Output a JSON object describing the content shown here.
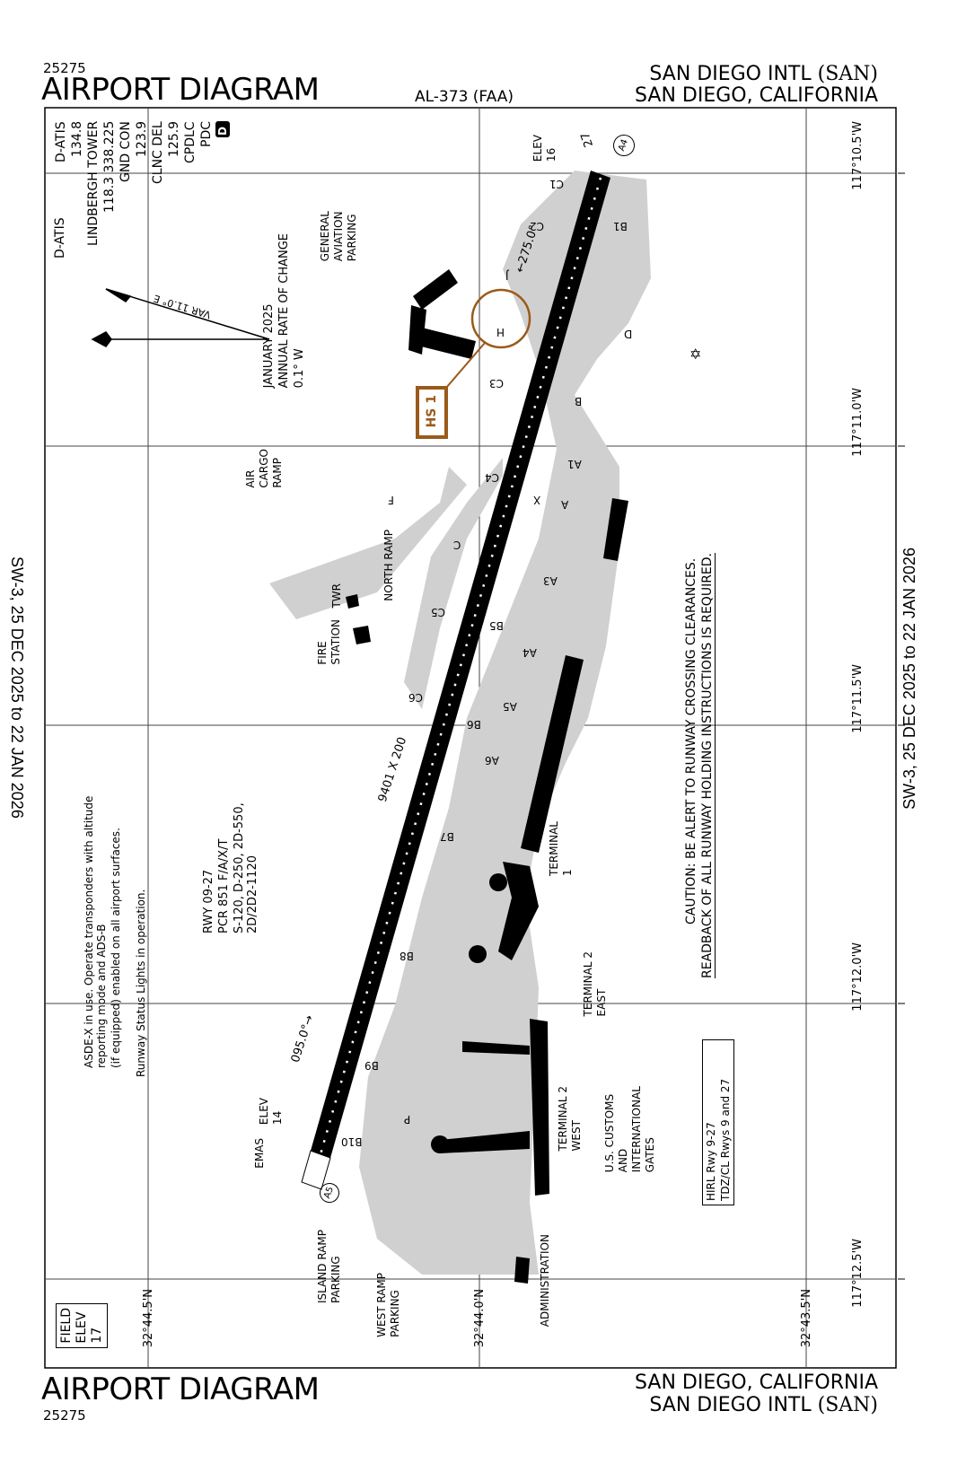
{
  "header": {
    "chart_number": "25275",
    "title": "AIRPORT DIAGRAM",
    "procedure_id": "AL-373 (FAA)",
    "airport_name": "SAN DIEGO INTL",
    "airport_code": "(SAN)",
    "city_state": "SAN DIEGO, CALIFORNIA"
  },
  "footer": {
    "chart_number": "25275",
    "title": "AIRPORT DIAGRAM",
    "city_state": "SAN DIEGO, CALIFORNIA",
    "airport_name": "SAN DIEGO INTL",
    "airport_code": "(SAN)"
  },
  "validity": {
    "left": "SW-3,  25 DEC 2025  to  22 JAN 2026",
    "right": "SW-3,  25 DEC 2025  to  22 JAN 2026"
  },
  "frequencies": {
    "lines": [
      "D-ATIS",
      "134.8",
      "LINDBERGH TOWER",
      "118.3  338.225",
      "GND CON",
      "123.9",
      "CLNC DEL",
      "125.9",
      "CPDLC",
      "PDC"
    ],
    "datalink_badge": "D"
  },
  "magnetic": {
    "variation": "VAR 11.0° E",
    "date": "JANUARY 2025",
    "rate_label": "ANNUAL RATE OF CHANGE",
    "rate_value": "0.1° W"
  },
  "runway": {
    "designation": "RWY 09-27",
    "pcr": "PCR 851 F/A/X/T",
    "weights": "S-120, D-250, 2D-550, 2D/2D2-1120",
    "dimensions": "9401 X 200",
    "end_27": {
      "number": "27",
      "elev_label": "ELEV",
      "elev": "16",
      "heading": "←275.0°"
    },
    "end_09": {
      "number": "9",
      "elev_label": "ELEV",
      "elev": "14",
      "heading": "095.0°→"
    },
    "emas_label": "EMAS",
    "approach_callouts": [
      "A4",
      "A5"
    ]
  },
  "hotspot": {
    "label": "HS 1",
    "color": "#9a5a1a"
  },
  "facilities": {
    "ga_parking": [
      "GENERAL",
      "AVIATION",
      "PARKING"
    ],
    "air_cargo": [
      "AIR",
      "CARGO",
      "RAMP"
    ],
    "north_ramp": "NORTH RAMP",
    "tower": "TWR",
    "fire_station": [
      "FIRE",
      "STATION"
    ],
    "terminal1": [
      "TERMINAL",
      "1"
    ],
    "terminal2_east": [
      "TERMINAL 2",
      "EAST"
    ],
    "terminal2_west": [
      "TERMINAL 2",
      "WEST"
    ],
    "customs": [
      "U.S. CUSTOMS",
      "AND",
      "INTERNATIONAL",
      "GATES"
    ],
    "administration": "ADMINISTRATION",
    "island_ramp": [
      "ISLAND RAMP",
      "PARKING"
    ],
    "west_ramp": [
      "WEST RAMP",
      "PARKING"
    ]
  },
  "taxiways": {
    "labels": [
      "C1",
      "C2",
      "C3",
      "C4",
      "C5",
      "C6",
      "B1",
      "B5",
      "B6",
      "B7",
      "B8",
      "B9",
      "B10",
      "A1",
      "A3",
      "A4",
      "A5",
      "A6",
      "A",
      "B",
      "C",
      "D",
      "F",
      "H",
      "J",
      "P",
      "X"
    ]
  },
  "notes": {
    "asde": "ASDE-X in use. Operate transponders with altitude reporting mode and ADS-B",
    "asde2": "(if equipped) enabled on all airport surfaces.",
    "rwsl": "Runway Status Lights in operation.",
    "caution1": "CAUTION: BE ALERT TO RUNWAY CROSSING CLEARANCES.",
    "caution2": "READBACK OF ALL RUNWAY HOLDING INSTRUCTIONS IS REQUIRED.",
    "lighting1": "HIRL Rwy 9-27",
    "lighting2": "TDZ/CL Rwys 9 and 27"
  },
  "field_elev": {
    "label1": "FIELD",
    "label2": "ELEV",
    "value": "17"
  },
  "grid": {
    "longitudes": [
      "117°10.5'W",
      "117°11.0'W",
      "117°11.5'W",
      "117°12.0'W",
      "117°12.5'W"
    ],
    "latitudes": [
      "32°44.5'N",
      "32°44.0'N",
      "32°43.5'N"
    ]
  },
  "colors": {
    "pavement": "#d0d0d0",
    "ink": "#000000",
    "hotspot": "#9a5a1a"
  }
}
